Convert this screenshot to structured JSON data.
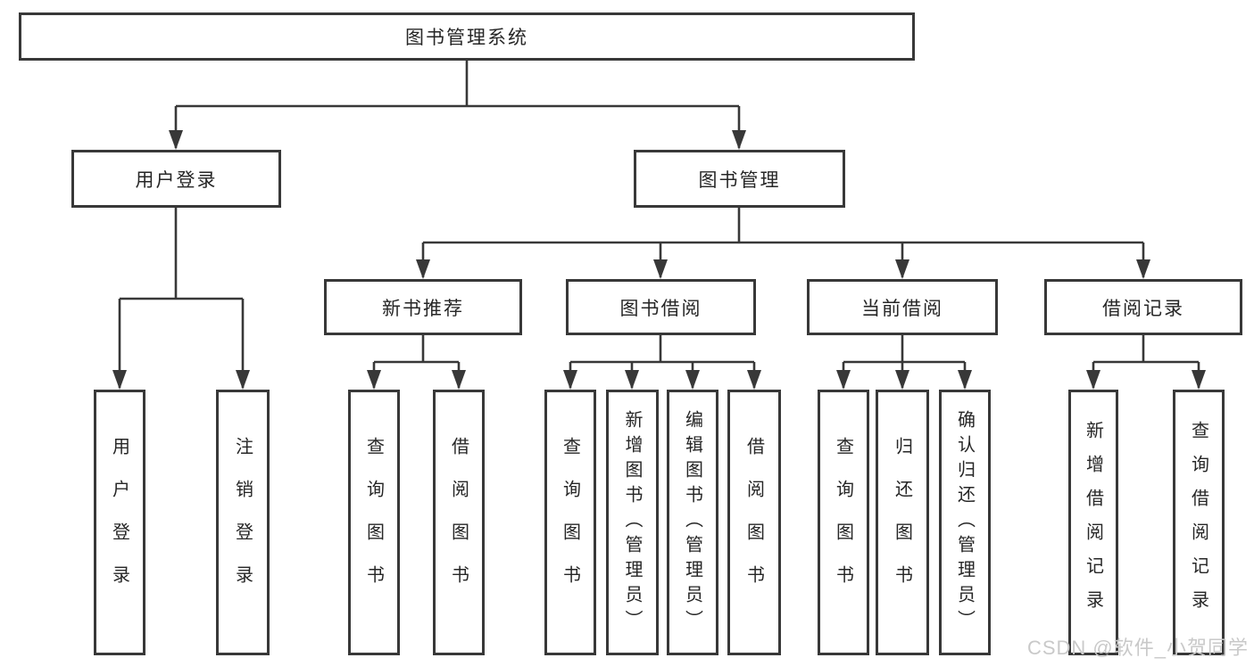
{
  "diagram": {
    "root": {
      "label": "图书管理系统"
    },
    "level2": [
      {
        "label": "用户登录"
      },
      {
        "label": "图书管理"
      }
    ],
    "login_children": [
      "用户登录",
      "注销登录"
    ],
    "modules": [
      {
        "label": "新书推荐",
        "children": [
          "查询图书",
          "借阅图书"
        ]
      },
      {
        "label": "图书借阅",
        "children": [
          "查询图书",
          "新增图书（管理员）",
          "编辑图书（管理员）",
          "借阅图书"
        ]
      },
      {
        "label": "当前借阅",
        "children": [
          "查询图书",
          "归还图书",
          "确认归还（管理员）"
        ]
      },
      {
        "label": "借阅记录",
        "children": [
          "新增借阅记录",
          "查询借阅记录"
        ]
      }
    ]
  },
  "watermark": "CSDN @软件_小贺同学",
  "colors": {
    "line": "#383838",
    "box_border": "#383838",
    "text": "#262626",
    "background": "#ffffff",
    "watermark_text": "#c9c9c9"
  }
}
